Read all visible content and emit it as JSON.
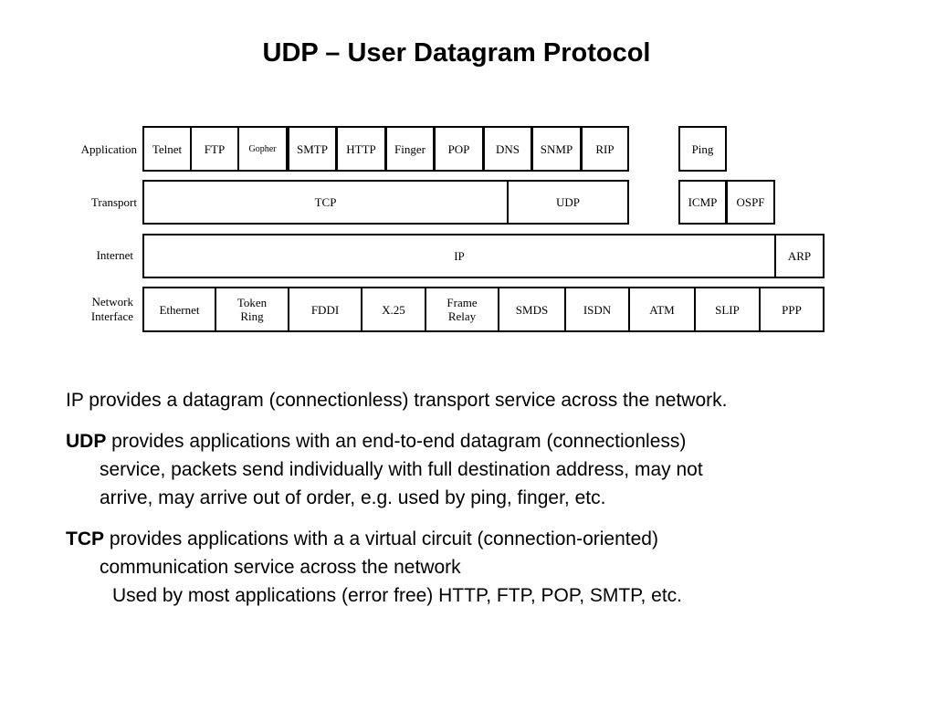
{
  "title": "UDP – User Datagram Protocol",
  "diagram": {
    "layers": {
      "application": "Application",
      "transport": "Transport",
      "internet": "Internet",
      "network_interface": [
        "Network",
        "Interface"
      ]
    },
    "application_boxes": [
      "Telnet",
      "FTP",
      "Gopher",
      "SMTP",
      "HTTP",
      "Finger",
      "POP",
      "DNS",
      "SNMP",
      "RIP"
    ],
    "ping": "Ping",
    "transport_boxes": [
      "TCP",
      "UDP"
    ],
    "icmp": "ICMP",
    "ospf": "OSPF",
    "internet_boxes": [
      "IP",
      "ARP"
    ],
    "network_boxes": [
      [
        "Ethernet"
      ],
      [
        "Token",
        "Ring"
      ],
      [
        "FDDI"
      ],
      [
        "X.25"
      ],
      [
        "Frame",
        "Relay"
      ],
      [
        "SMDS"
      ],
      [
        "ISDN"
      ],
      [
        "ATM"
      ],
      [
        "SLIP"
      ],
      [
        "PPP"
      ]
    ]
  },
  "text": {
    "p1": "IP provides a datagram (connectionless) transport service across the network.",
    "p2": {
      "bold": "UDP",
      "lines": [
        " provides applications with an end-to-end datagram (connectionless)",
        "service, packets send individually with full destination address, may not",
        "arrive, may arrive out of order, e.g. used by ping, finger, etc."
      ]
    },
    "p3": {
      "bold": "TCP",
      "lines": [
        " provides applications with a  a virtual circuit (connection-oriented)",
        "communication service across the network",
        "Used by most applications (error free)  HTTP, FTP, POP, SMTP, etc."
      ]
    }
  }
}
